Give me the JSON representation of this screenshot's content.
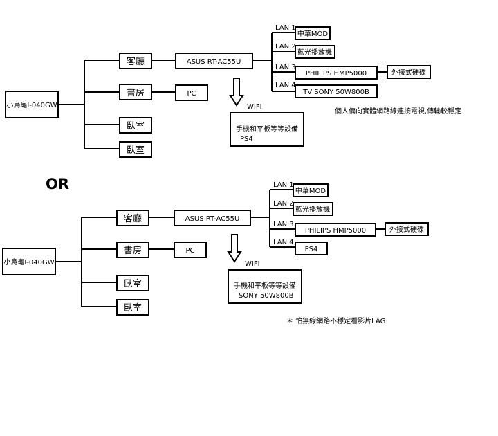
{
  "diagram_1": {
    "modem": "小烏龜I-040GW",
    "rooms": [
      "客廳",
      "書房",
      "臥室",
      "臥室"
    ],
    "router": "ASUS RT-AC55U",
    "pc": "PC",
    "lan_ports": [
      "LAN 1",
      "LAN 2",
      "LAN 3",
      "LAN 4"
    ],
    "lan_devices": [
      "中華MOD",
      "藍光播放機",
      "PHILIPS HMP5000",
      "TV SONY 50W800B"
    ],
    "external_drive": "外接式硬碟",
    "wifi_label": "WIFI",
    "wifi_devices_line1": "手機和平板等等設備",
    "wifi_devices_line2": "PS4",
    "note": "個人偏向實體網路線連接電視,傳輸較穩定"
  },
  "separator": "OR",
  "diagram_2": {
    "modem": "小烏龜I-040GW",
    "rooms": [
      "客廳",
      "書房",
      "臥室",
      "臥室"
    ],
    "router": "ASUS RT-AC55U",
    "pc": "PC",
    "lan_ports": [
      "LAN 1",
      "LAN 2",
      "LAN 3",
      "LAN 4"
    ],
    "lan_devices": [
      "中華MOD",
      "藍光播放機",
      "PHILIPS HMP5000",
      "PS4"
    ],
    "external_drive": "外接式硬碟",
    "wifi_label": "WIFI",
    "wifi_devices_line1": "手機和平板等等設備",
    "wifi_devices_line2": "SONY 50W800B",
    "note": "＊ 怕無線網路不穩定看影片LAG"
  }
}
